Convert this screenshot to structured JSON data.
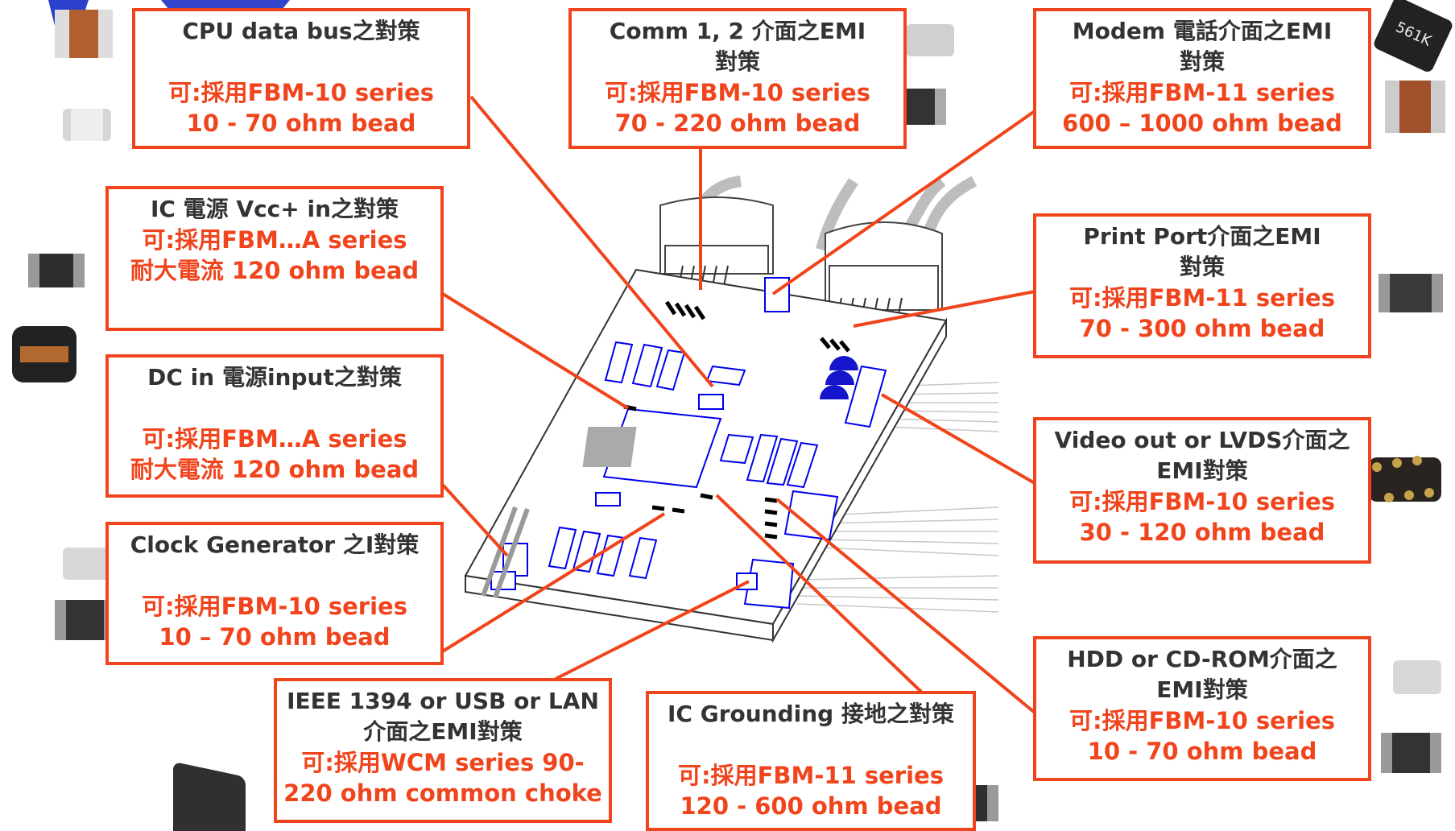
{
  "callouts": {
    "cpu": {
      "title": "CPU data bus之對策",
      "line1": "可:採用FBM-10 series",
      "line2": "10 - 70 ohm bead"
    },
    "comm": {
      "title": "Comm 1, 2 介面之EMI\n對策",
      "line1": "可:採用FBM-10 series",
      "line2": "70 - 220 ohm bead"
    },
    "modem": {
      "title": "Modem 電話介面之EMI\n對策",
      "line1": "可:採用FBM-11 series",
      "line2": "600 – 1000 ohm bead"
    },
    "vcc": {
      "title": "IC 電源 Vcc+ in之對策",
      "line1": "可:採用FBM…A series",
      "line2": "耐大電流 120 ohm bead"
    },
    "print": {
      "title": "Print Port介面之EMI\n對策",
      "line1": "可:採用FBM-11 series",
      "line2": "70 - 300 ohm bead"
    },
    "dcin": {
      "title": "DC in 電源input之對策",
      "line1": "可:採用FBM…A series",
      "line2": "耐大電流 120  ohm bead"
    },
    "video": {
      "title": "Video out or LVDS介面之\nEMI對策",
      "line1": "可:採用FBM-10 series",
      "line2": "30 - 120 ohm bead"
    },
    "clock": {
      "title": "Clock  Generator 之I對策",
      "line1": "可:採用FBM-10 series",
      "line2": "10 – 70 ohm bead"
    },
    "hdd": {
      "title": "HDD or CD-ROM介面之\nEMI對策",
      "line1": "可:採用FBM-10 series",
      "line2": "10 - 70 ohm bead"
    },
    "ieee": {
      "title": "IEEE 1394 or USB or LAN\n介面之EMI對策",
      "line1": "可:採用WCM series 90-",
      "line2": "220 ohm common choke"
    },
    "ground": {
      "title": "IC Grounding 接地之對策",
      "line1": "可:採用FBM-11 series",
      "line2": "120 - 600 ohm bead"
    }
  },
  "component_marking": "561K",
  "colors": {
    "accent": "#f0441c",
    "title_text": "#333333",
    "board_outline": "#0000ee"
  }
}
